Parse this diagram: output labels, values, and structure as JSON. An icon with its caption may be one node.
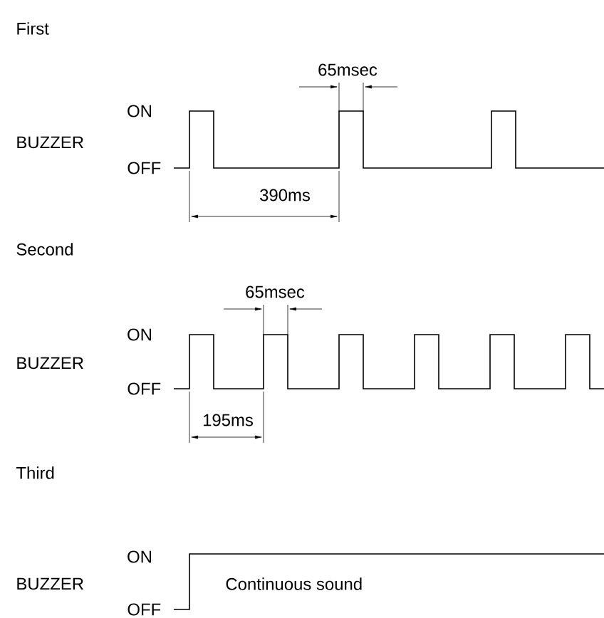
{
  "diagram": {
    "labels": [
      "First",
      "65msec",
      "ON",
      "BUZZER",
      "OFF",
      "390ms",
      "Second",
      "65msec",
      "ON",
      "BUZZER",
      "OFF",
      "195ms",
      "Third",
      "ON",
      "BUZZER",
      "Continuous sound",
      "OFF"
    ]
  }
}
